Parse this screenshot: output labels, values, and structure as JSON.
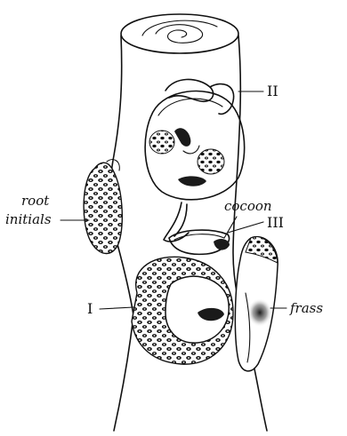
{
  "labels": {
    "stage_1": "I",
    "stage_2": "II",
    "stage_3": "III",
    "root_initials_line1": "root",
    "root_initials_line2": "initials",
    "cocoon": "cocoon",
    "frass": "frass"
  }
}
